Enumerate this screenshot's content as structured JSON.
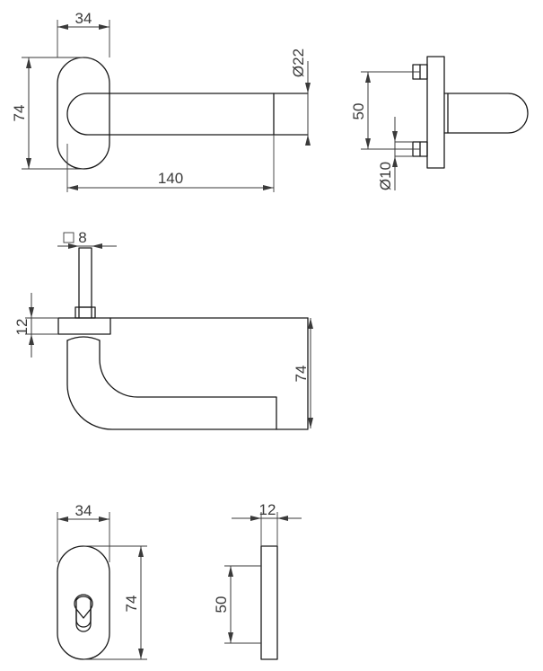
{
  "dimensions": {
    "top_rose_width": "34",
    "top_height": "74",
    "lever_diameter": "Ø22",
    "lever_length": "140",
    "spindle_spacing": "50",
    "spindle_diameter": "Ø10",
    "square_spindle": "8",
    "rose_thickness": "12",
    "side_height": "74",
    "escutcheon_width": "34",
    "escutcheon_height": "74",
    "escutcheon_thickness": "12",
    "escutcheon_spacing": "50"
  },
  "colors": {
    "line": "#1a1a1a",
    "dimension": "#3a3a3a",
    "background": "#ffffff"
  }
}
